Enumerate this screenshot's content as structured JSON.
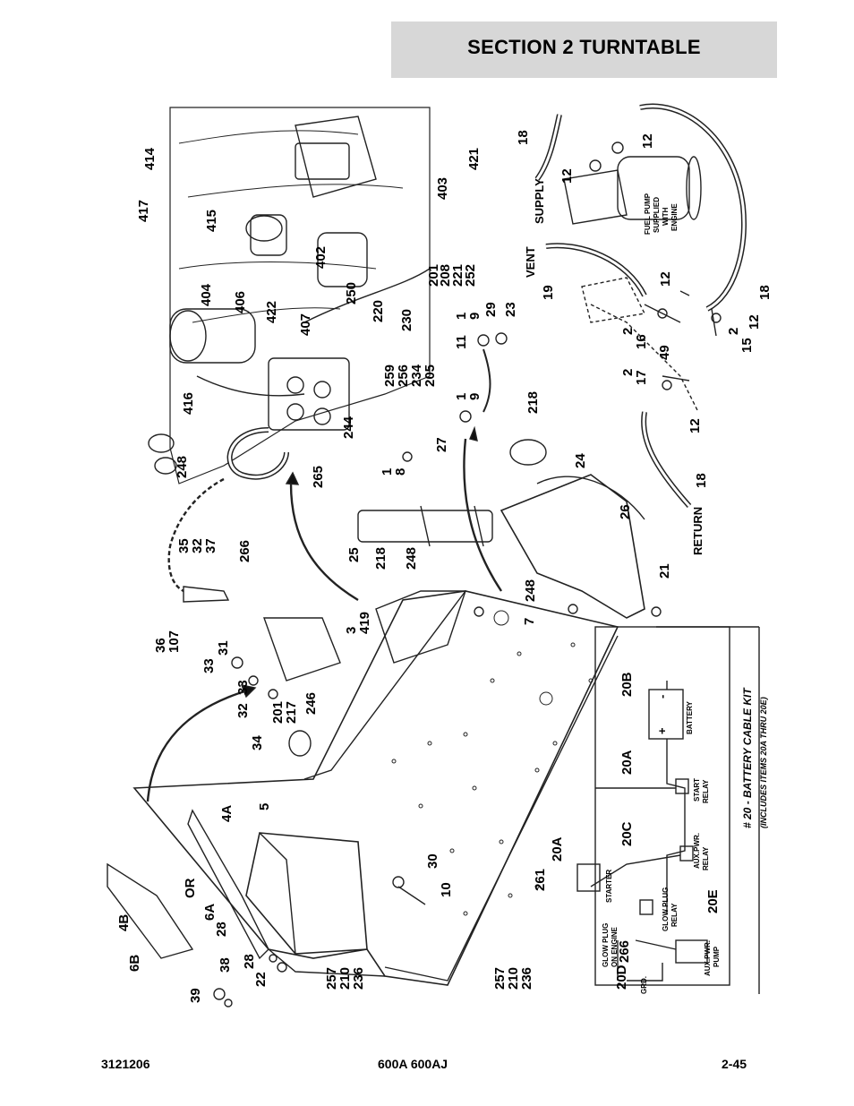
{
  "header": {
    "section_title": "SECTION 2   TURNTABLE"
  },
  "footer": {
    "doc_number": "3121206",
    "models": "600A 600AJ",
    "page": "2-45"
  },
  "callouts": {
    "c414": "414",
    "c417": "417",
    "c421": "421",
    "c415": "415",
    "c403": "403",
    "c404": "404",
    "c402": "402",
    "c406": "406",
    "c422": "422",
    "c201b": "201",
    "c208": "208",
    "c221": "221",
    "c252": "252",
    "c250": "250",
    "c220": "220",
    "c230": "230",
    "c407": "407",
    "c416": "416",
    "c259": "259",
    "c256": "256",
    "c234": "234",
    "c205": "205",
    "c244": "244",
    "c248a": "248",
    "c265": "265",
    "c35": "35",
    "c32a": "32",
    "c37": "37",
    "c266a": "266",
    "c36": "36",
    "c107": "107",
    "c1a": "1",
    "c9a": "9",
    "c29": "29",
    "c23": "23",
    "c11": "11",
    "c1b": "1",
    "c9b": "9",
    "c1c": "1",
    "c8": "8",
    "c27": "27",
    "c25": "25",
    "c218a": "218",
    "c248b": "248",
    "c218b": "218",
    "c24": "24",
    "c26": "26",
    "c248c": "248",
    "c7": "7",
    "c21": "21",
    "c3": "3",
    "c419": "419",
    "c31": "31",
    "c33a": "33",
    "c33b": "33",
    "c32b": "32",
    "c201a": "201",
    "c217": "217",
    "c246": "246",
    "c34": "34",
    "c4a": "4A",
    "c5": "5",
    "c4b": "4B",
    "c6b": "6B",
    "c6a": "6A",
    "cor": "OR",
    "c28a": "28",
    "c28b": "28",
    "c38": "38",
    "c39": "39",
    "c22": "22",
    "c257a": "257",
    "c210a": "210",
    "c236a": "236",
    "c30": "30",
    "c10": "10",
    "c261": "261",
    "c257b": "257",
    "c210b": "210",
    "c236b": "236",
    "c18a": "18",
    "c12a": "12",
    "c12b": "12",
    "c_supply": "SUPPLY",
    "c_fuelpump": "FUEL PUMP",
    "c_supplied": "SUPPLIED",
    "c_with": "WITH",
    "c_engine": "ENGINE",
    "c_vent": "VENT",
    "c19": "19",
    "c12c": "12",
    "c18b": "18",
    "c12d": "12",
    "c2a": "2",
    "c16": "16",
    "c2b": "2",
    "c15": "15",
    "c49": "49",
    "c2c": "2",
    "c17": "17",
    "c12e": "12",
    "c18c": "18",
    "c_return": "RETURN",
    "c20b": "20B",
    "c20a": "20A",
    "c20c": "20C",
    "c20a2": "20A",
    "c20e": "20E",
    "c20d": "20D",
    "c266b": "266",
    "c_battery": "BATTERY",
    "c_plus": "+",
    "c_minus": "-",
    "c_start": "START",
    "c_relay1": "RELAY",
    "c_auxpwr1": "AUX.PWR.",
    "c_relay2": "RELAY",
    "c_starter": "STARTER",
    "c_glowplug1": "GLOW PLUG",
    "c_relay3": "RELAY",
    "c_glowplug2": "GLOW PLUG",
    "c_onengine": "ON ENGINE",
    "c_auxpwr2": "AUX.PWR.",
    "c_pump": "PUMP",
    "c_grd": "GRD.",
    "c_kit": "# 20 - BATTERY CABLE KIT",
    "c_kitsub": "(INCLUDES ITEMS 20A THRU 20E)"
  }
}
